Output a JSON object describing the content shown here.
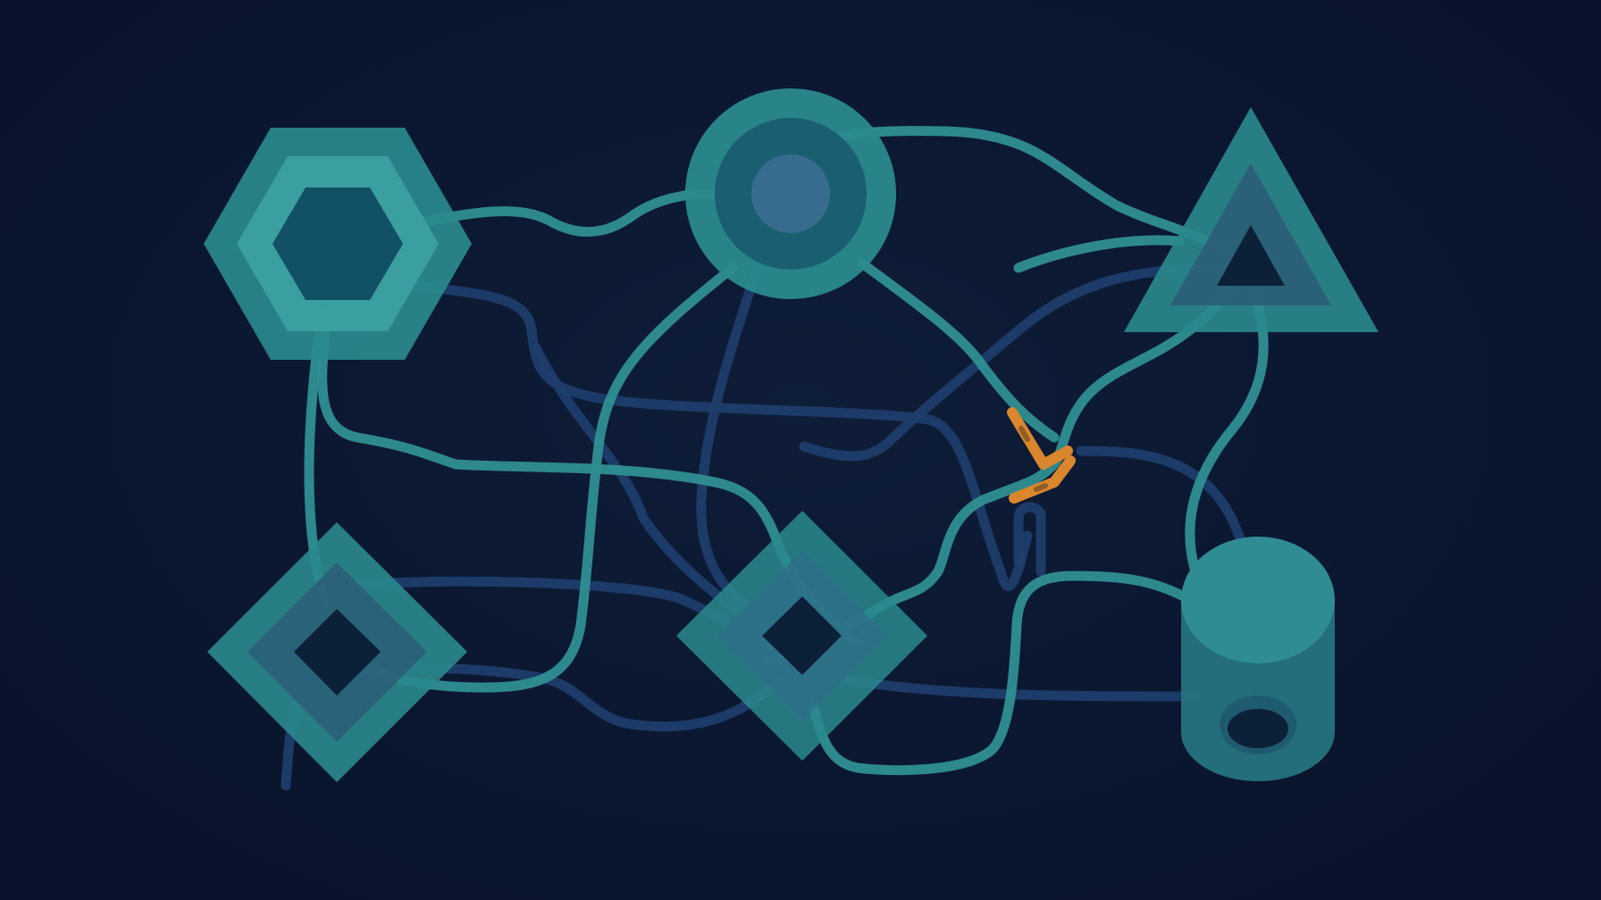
{
  "colors": {
    "background": "#0b1730",
    "node_teal": "#2a8a8e",
    "node_teal_light": "#3fa3a6",
    "node_dark": "#0f3a52",
    "connector_teal": "#2f8f92",
    "connector_navy": "#1f3d6b",
    "highlight_orange": "#d9862c"
  },
  "nodes": [
    {
      "id": "hexagon",
      "shape": "hexagon",
      "icon": "hexagon-node-icon"
    },
    {
      "id": "circle",
      "shape": "circle",
      "icon": "circle-node-icon"
    },
    {
      "id": "triangle",
      "shape": "triangle",
      "icon": "triangle-node-icon"
    },
    {
      "id": "diamond-left",
      "shape": "diamond",
      "icon": "diamond-node-icon"
    },
    {
      "id": "diamond-center",
      "shape": "diamond",
      "icon": "diamond-node-icon"
    },
    {
      "id": "cylinder",
      "shape": "cylinder",
      "icon": "database-cylinder-icon"
    }
  ],
  "connections": [
    {
      "from": "hexagon",
      "to": "circle",
      "style": "teal"
    },
    {
      "from": "hexagon",
      "to": "diamond-center",
      "style": "navy"
    },
    {
      "from": "hexagon",
      "to": "cylinder",
      "style": "teal"
    },
    {
      "from": "circle",
      "to": "triangle",
      "style": "teal"
    },
    {
      "from": "circle",
      "to": "diamond-center",
      "style": "navy"
    },
    {
      "from": "circle",
      "to": "diamond-left",
      "style": "teal"
    },
    {
      "from": "triangle",
      "to": "diamond-center",
      "style": "navy"
    },
    {
      "from": "triangle",
      "to": "cylinder",
      "style": "teal"
    },
    {
      "from": "diamond-left",
      "to": "cylinder",
      "style": "navy"
    },
    {
      "from": "diamond-center",
      "to": "cylinder",
      "style": "teal"
    }
  ],
  "highlight": {
    "style": "orange",
    "shape": "chevron-arrow-icon"
  }
}
